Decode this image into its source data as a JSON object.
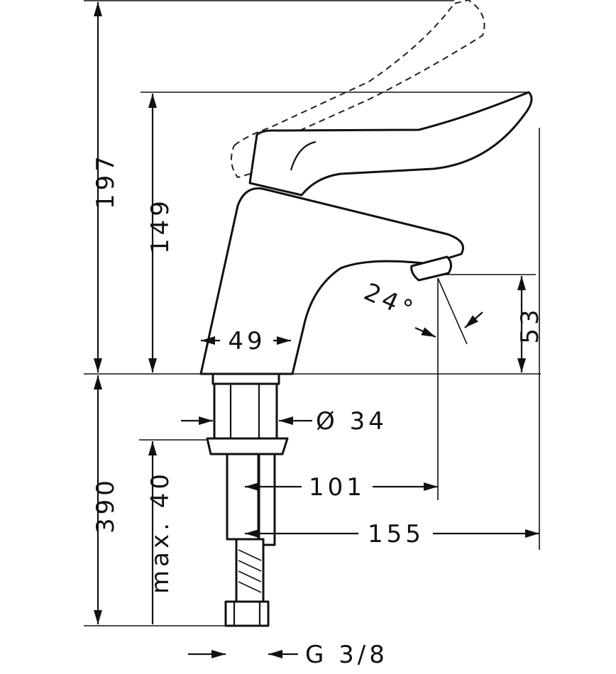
{
  "drawing": {
    "title": "Basin mixer dimension drawing",
    "dimensions": {
      "total_height": "197",
      "spout_height": "149",
      "body_width": "49",
      "spout_angle": "24°",
      "outlet_height": "53",
      "shank_diameter": "Ø 34",
      "max_thickness": "max. 40",
      "hose_length": "390",
      "spout_reach": "101",
      "total_reach": "155",
      "connection": "G 3/8"
    }
  }
}
